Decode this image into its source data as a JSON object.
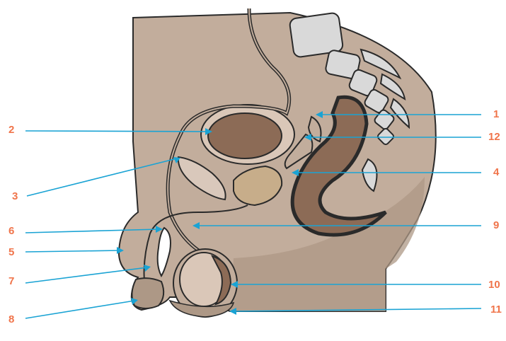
{
  "colors": {
    "label": "#f0744a",
    "leader": "#1aa3d4",
    "skin": "#c2ad9c",
    "skin_shadow": "#ad9886",
    "organ_dark": "#8c6b56",
    "organ_light": "#dac7b8",
    "bone": "#d9d9d9",
    "outline": "#2a2a2a"
  },
  "labels": [
    "1",
    "2",
    "3",
    "4",
    "5",
    "6",
    "7",
    "8",
    "9",
    "10",
    "11",
    "12"
  ]
}
